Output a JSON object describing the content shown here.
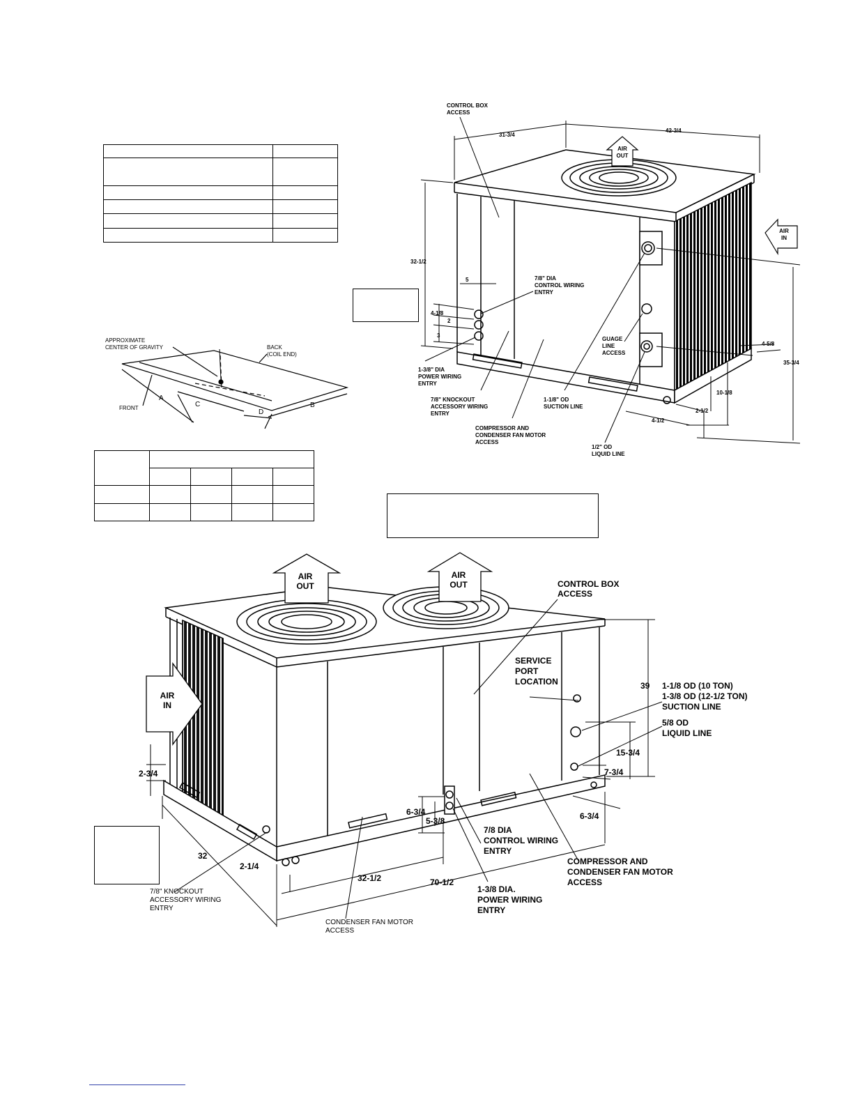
{
  "upper_unit": {
    "control_box_access": [
      "CONTROL BOX",
      "ACCESS"
    ],
    "dim_width": "31-3/4",
    "dim_depth": "42-3/4",
    "air_out": [
      "AIR",
      "OUT"
    ],
    "air_in": [
      "AIR",
      "IN"
    ],
    "dim_height_left": "32-1/2",
    "dim_height_right": "35-3/4",
    "dim_5": "5",
    "dim_4_1_8": "4-1/8",
    "dim_2": "2",
    "dim_3": "3",
    "control_wiring": [
      "7/8\" DIA",
      "CONTROL WIRING",
      "ENTRY"
    ],
    "guage_line": [
      "GUAGE",
      "LINE",
      "ACCESS"
    ],
    "dim_4_5_8": "4-5/8",
    "dim_10_1_8": "10-1/8",
    "dim_2_1_2": "2-1/2",
    "dim_4_1_2": "4-1/2",
    "power_wiring": [
      "1-3/8\" DIA",
      "POWER WIRING",
      "ENTRY"
    ],
    "knockout": [
      "7/8\" KNOCKOUT",
      "ACCESSORY WIRING",
      "ENTRY"
    ],
    "suction_line": [
      "1-1/8\" OD",
      "SUCTION LINE"
    ],
    "compressor": [
      "COMPRESSOR AND",
      "CONDENSER FAN MOTOR",
      "ACCESS"
    ],
    "liquid_line": [
      "1/2\" OD",
      "LIQUID LINE"
    ]
  },
  "gravity_diagram": {
    "approx": [
      "APPROXIMATE",
      "CENTER OF GRAVITY"
    ],
    "back": [
      "BACK",
      "(COIL END)"
    ],
    "front": "FRONT",
    "a": "A",
    "b": "B",
    "c": "C",
    "d": "D"
  },
  "lower_unit": {
    "air_out_1": [
      "AIR",
      "OUT"
    ],
    "air_out_2": [
      "AIR",
      "OUT"
    ],
    "control_box_access": [
      "CONTROL BOX",
      "ACCESS"
    ],
    "service_port": [
      "SERVICE",
      "PORT",
      "LOCATION"
    ],
    "dim_39": "39",
    "suction_line": [
      "1-1/8 OD (10 TON)",
      "1-3/8 OD (12-1/2 TON)",
      "SUCTION LINE"
    ],
    "liquid_line": [
      "5/8 OD",
      "LIQUID LINE"
    ],
    "air_in": [
      "AIR",
      "IN"
    ],
    "dim_15_3_4": "15-3/4",
    "dim_7_3_4": "7-3/4",
    "dim_2_3_4": "2-3/4",
    "dim_6_3_4_a": "6-3/4",
    "dim_5_3_8": "5-3/8",
    "dim_6_3_4_b": "6-3/4",
    "control_wiring": [
      "7/8 DIA",
      "CONTROL WIRING",
      "ENTRY"
    ],
    "compressor": [
      "COMPRESSOR AND",
      "CONDENSER FAN MOTOR",
      "ACCESS"
    ],
    "dim_32": "32",
    "dim_2_1_4": "2-1/4",
    "dim_32_1_2": "32-1/2",
    "dim_70_1_2": "70-1/2",
    "power_wiring": [
      "1-3/8 DIA.",
      "POWER WIRING",
      "ENTRY"
    ],
    "knockout": [
      "7/8\" KNOCKOUT",
      "ACCESSORY WIRING",
      "ENTRY"
    ],
    "cond_fan": [
      "CONDENSER FAN MOTOR",
      "ACCESS"
    ]
  }
}
